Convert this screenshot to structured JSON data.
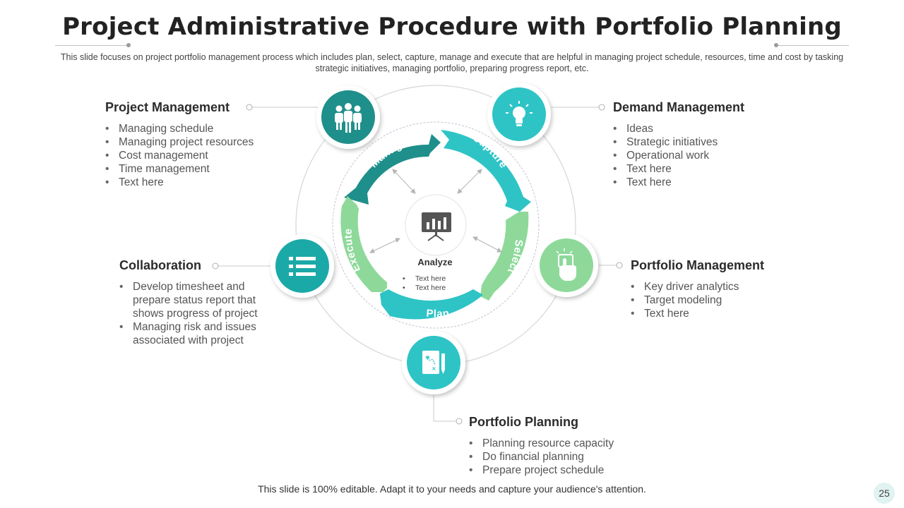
{
  "title": "Project Administrative Procedure with Portfolio Planning",
  "subtitle": "This slide focuses on project portfolio management process which includes plan, select, capture, manage and execute that are helpful in managing project schedule, resources, time and cost by tasking strategic initiatives, managing portfolio, preparing progress report, etc.",
  "colors": {
    "teal_dark": "#1f8f8b",
    "teal": "#2ec4c6",
    "green": "#8ed99a",
    "icon_mid": "#1ba9a8"
  },
  "cycle": {
    "manage": "Manage",
    "capture": "Capture",
    "select": "Select",
    "plan": "Plan",
    "execute": "Execute"
  },
  "center": {
    "icon": "presentation-board-icon",
    "label": "Analyze",
    "items": [
      "Text here",
      "Text here"
    ]
  },
  "blocks": {
    "project_management": {
      "icon": "team-icon",
      "title": "Project Management",
      "items": [
        "Managing schedule",
        "Managing project resources",
        "Cost management",
        "Time management",
        "Text here"
      ]
    },
    "demand_management": {
      "icon": "lightbulb-icon",
      "title": "Demand Management",
      "items": [
        "Ideas",
        "Strategic initiatives",
        "Operational work",
        "Text here",
        "Text here"
      ]
    },
    "collaboration": {
      "icon": "list-icon",
      "title": "Collaboration",
      "items": [
        "Develop timesheet and prepare status report that shows progress of project",
        "Managing risk and issues associated with project"
      ]
    },
    "portfolio_management": {
      "icon": "touch-hand-icon",
      "title": "Portfolio Management",
      "items": [
        "Key driver analytics",
        "Target modeling",
        "Text here"
      ]
    },
    "portfolio_planning": {
      "icon": "strategy-plan-icon",
      "title": "Portfolio Planning",
      "items": [
        "Planning resource capacity",
        "Do financial planning",
        "Prepare project schedule"
      ]
    }
  },
  "footer": "This slide is 100% editable. Adapt it to your needs and capture your audience's attention.",
  "page_number": "25"
}
